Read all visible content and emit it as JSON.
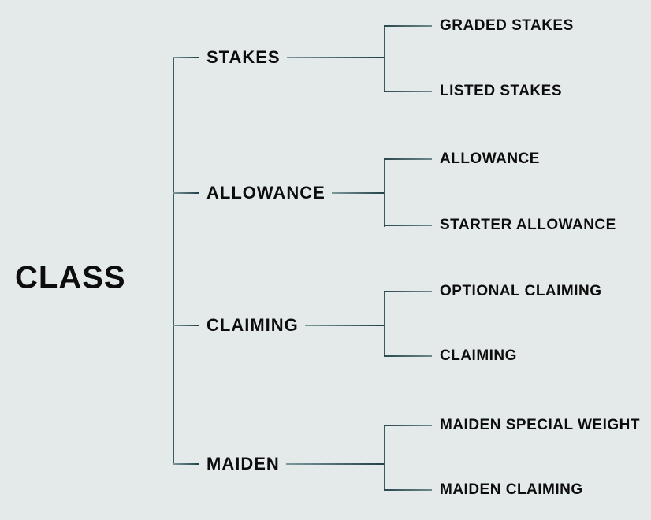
{
  "colors": {
    "background": "#e4eaea",
    "line": "#3c5a61",
    "text": "#0d0d0d"
  },
  "tree": {
    "root": {
      "label": "CLASS"
    },
    "branches": [
      {
        "label": "STAKES",
        "children": [
          {
            "label": "GRADED STAKES"
          },
          {
            "label": "LISTED STAKES"
          }
        ]
      },
      {
        "label": "ALLOWANCE",
        "children": [
          {
            "label": "ALLOWANCE"
          },
          {
            "label": "STARTER ALLOWANCE"
          }
        ]
      },
      {
        "label": "CLAIMING",
        "children": [
          {
            "label": "OPTIONAL CLAIMING"
          },
          {
            "label": "CLAIMING"
          }
        ]
      },
      {
        "label": "MAIDEN",
        "children": [
          {
            "label": "MAIDEN SPECIAL WEIGHT"
          },
          {
            "label": "MAIDEN CLAIMING"
          }
        ]
      }
    ]
  }
}
